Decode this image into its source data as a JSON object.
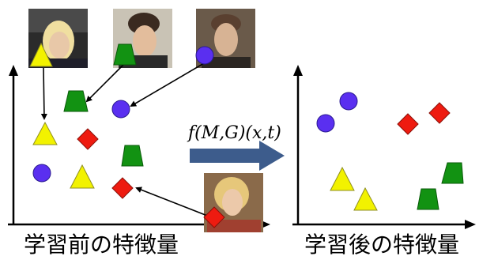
{
  "captions": {
    "before": "学習前の特徴量",
    "after": "学習後の特徴量"
  },
  "transform": {
    "formula": "f(M,G)(x,t)"
  },
  "colors": {
    "triangle": "#f2f200",
    "trapezoid": "#129212",
    "circle": "#5a2ff0",
    "diamond": "#ee1b10",
    "transform_arrow": "#3d5c8c",
    "pointer_arrow": "#000000"
  },
  "photos": [
    {
      "name": "photo-elderly-woman",
      "shape": "triangle"
    },
    {
      "name": "photo-young-man",
      "shape": "trapezoid"
    },
    {
      "name": "photo-older-man",
      "shape": "circle"
    },
    {
      "name": "photo-young-woman",
      "shape": "diamond"
    }
  ]
}
